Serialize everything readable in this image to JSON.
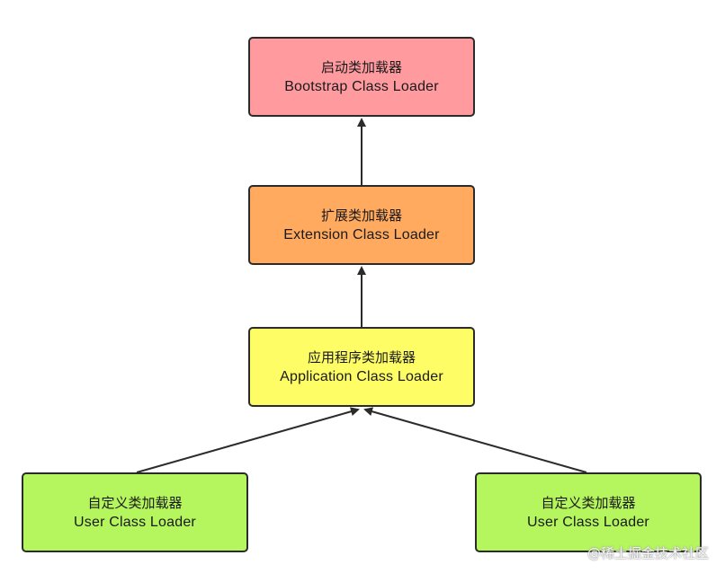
{
  "nodes": {
    "bootstrap": {
      "zh": "启动类加载器",
      "en": "Bootstrap Class Loader",
      "color": "#ff9a9f"
    },
    "extension": {
      "zh": "扩展类加载器",
      "en": "Extension Class Loader",
      "color": "#ffaa5e"
    },
    "application": {
      "zh": "应用程序类加载器",
      "en": "Application Class Loader",
      "color": "#fffd66"
    },
    "user_left": {
      "zh": "自定义类加载器",
      "en": "User Class Loader",
      "color": "#b5f55e"
    },
    "user_right": {
      "zh": "自定义类加载器",
      "en": "User Class Loader",
      "color": "#b5f55e"
    }
  },
  "edges": [
    {
      "from": "extension",
      "to": "bootstrap"
    },
    {
      "from": "application",
      "to": "extension"
    },
    {
      "from": "user_left",
      "to": "application"
    },
    {
      "from": "user_right",
      "to": "application"
    }
  ],
  "watermark": "@稀土掘金技术社区"
}
